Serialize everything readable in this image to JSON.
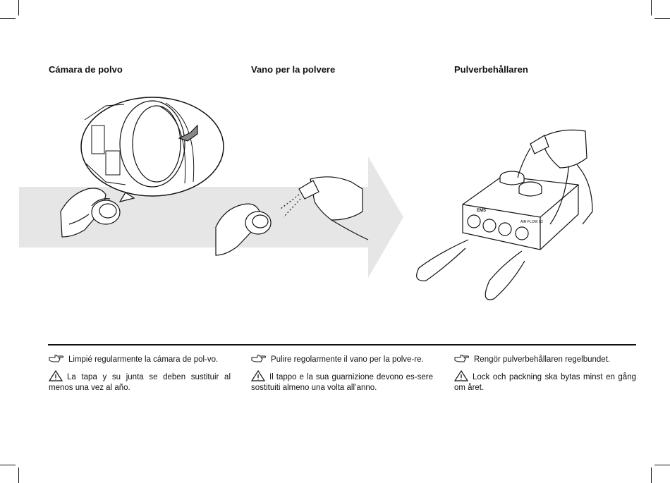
{
  "columns": [
    {
      "title": "Cámara de polvo",
      "note": "Limpié regularmente la cámara de pol-vo.",
      "warning": "La tapa y su junta se deben sustituir al menos una vez al año."
    },
    {
      "title": "Vano per la polvere",
      "note": "Pulire regolarmente il vano per la polve-re.",
      "warning": "Il tappo e la sua guarnizione devono es-sere sostituiti almeno una volta all’anno."
    },
    {
      "title": "Pulverbehållaren",
      "note": "Rengör pulverbehållaren regelbundet.",
      "warning": "Lock och packning ska bytas minst en gång om året."
    }
  ],
  "icons": {
    "note": "pointing-hand-icon",
    "warning": "warning-triangle-icon"
  },
  "device_labels": {
    "brand": "EMS",
    "model": "AIR-FLOW S2"
  },
  "colors": {
    "arrow_band": "#e6e6e6",
    "ink": "#111111"
  }
}
